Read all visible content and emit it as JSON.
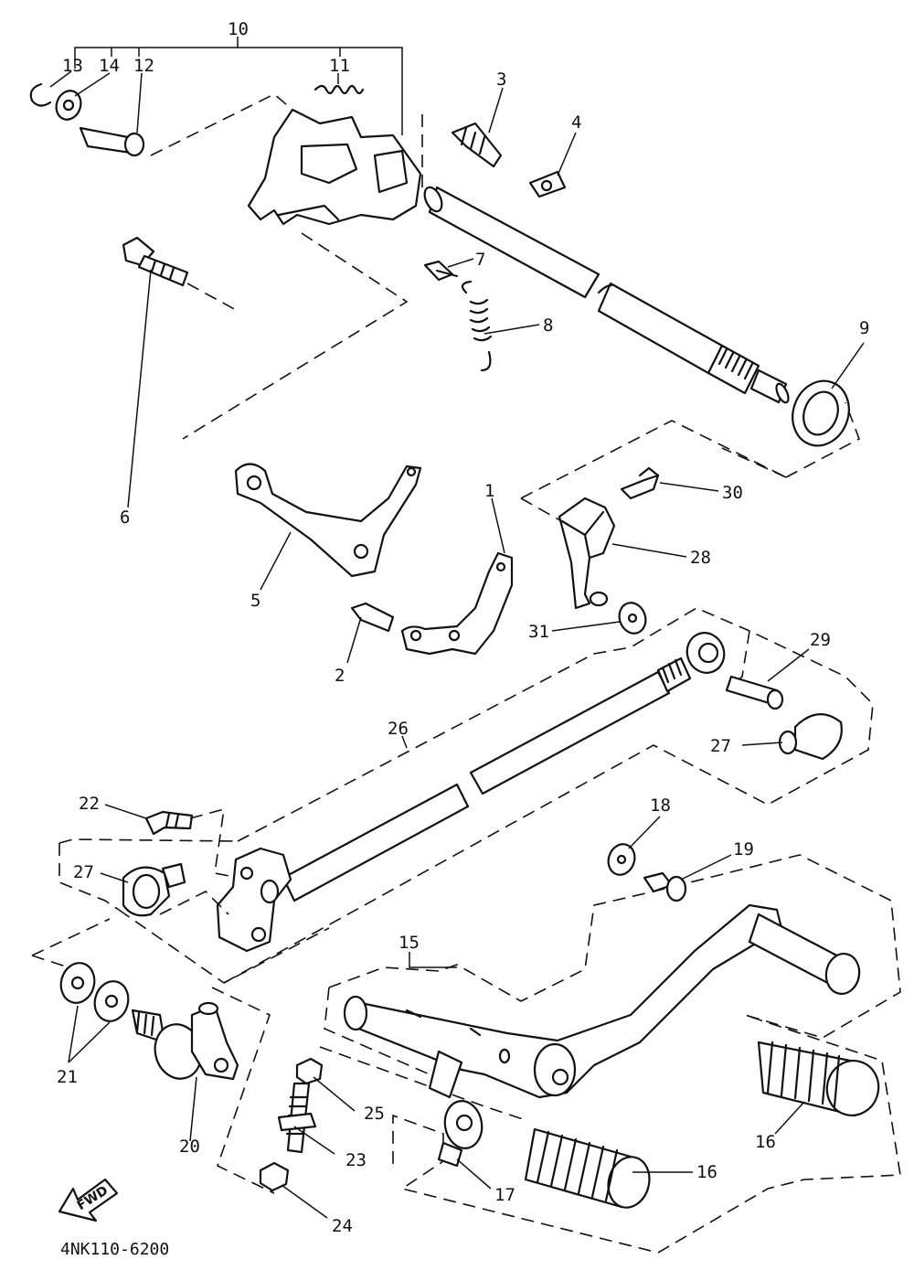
{
  "diagram": {
    "drawing_code": "4NK110-6200",
    "direction_label": "FWD",
    "callouts": {
      "p1": "1",
      "p2": "2",
      "p3": "3",
      "p4": "4",
      "p5": "5",
      "p6": "6",
      "p7": "7",
      "p8": "8",
      "p9": "9",
      "p10": "10",
      "p11": "11",
      "p12": "12",
      "p13": "13",
      "p14": "14",
      "p15": "15",
      "p16a": "16",
      "p16b": "16",
      "p17": "17",
      "p18": "18",
      "p19": "19",
      "p20": "20",
      "p21": "21",
      "p22": "22",
      "p23": "23",
      "p24": "24",
      "p25": "25",
      "p26": "26",
      "p27a": "27",
      "p27b": "27",
      "p28": "28",
      "p29": "29",
      "p30": "30",
      "p31": "31"
    }
  }
}
